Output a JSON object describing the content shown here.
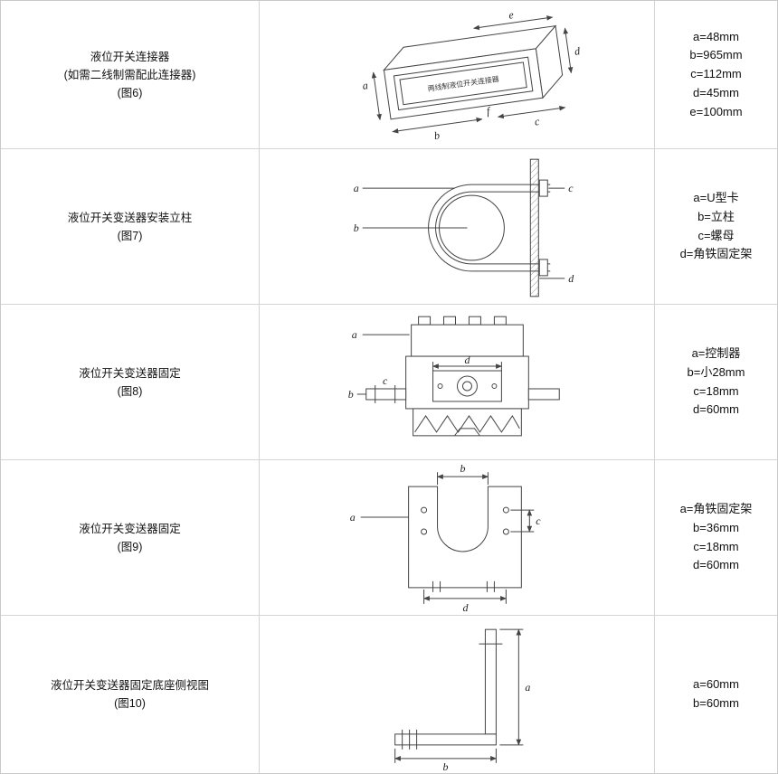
{
  "page": {
    "background": "#ffffff",
    "border_color": "#d4d4d4",
    "line_color": "#444444"
  },
  "rows": [
    {
      "label_lines": [
        "液位开关连接器",
        "(如需二线制需配此连接器)",
        "(图6)"
      ],
      "dims": [
        "a=48mm",
        "b=965mm",
        "c=112mm",
        "d=45mm",
        "e=100mm"
      ],
      "figure": {
        "name": "connector-3d-box",
        "device_text": "两线制液位开关连接器",
        "labels": {
          "a": "a",
          "b": "b",
          "c": "c",
          "d": "d",
          "e": "e",
          "f": "f"
        }
      }
    },
    {
      "label_lines": [
        "液位开关变送器安装立柱",
        "(图7)"
      ],
      "dims": [
        "a=U型卡",
        "b=立柱",
        "c=螺母",
        "d=角铁固定架"
      ],
      "figure": {
        "name": "u-bolt-pipe-mount",
        "labels": {
          "a": "a",
          "b": "b",
          "c": "c",
          "d": "d"
        }
      }
    },
    {
      "label_lines": [
        "液位开关变送器固定",
        "(图8)"
      ],
      "dims": [
        "a=控制器",
        "b=小28mm",
        "c=18mm",
        "d=60mm"
      ],
      "figure": {
        "name": "transmitter-fixing-front",
        "labels": {
          "a": "a",
          "b": "b",
          "c": "c",
          "d": "d"
        }
      }
    },
    {
      "label_lines": [
        "液位开关变送器固定",
        "(图9)"
      ],
      "dims": [
        "a=角铁固定架",
        "b=36mm",
        "c=18mm",
        "d=60mm"
      ],
      "figure": {
        "name": "bracket-plate-u-cutout",
        "labels": {
          "a": "a",
          "b": "b",
          "c": "c",
          "d": "d"
        }
      }
    },
    {
      "label_lines": [
        "液位开关变送器固定底座侧视图",
        "(图10)"
      ],
      "dims": [
        "a=60mm",
        "b=60mm"
      ],
      "figure": {
        "name": "l-bracket-side-view",
        "labels": {
          "a": "a",
          "b": "b"
        }
      }
    }
  ]
}
